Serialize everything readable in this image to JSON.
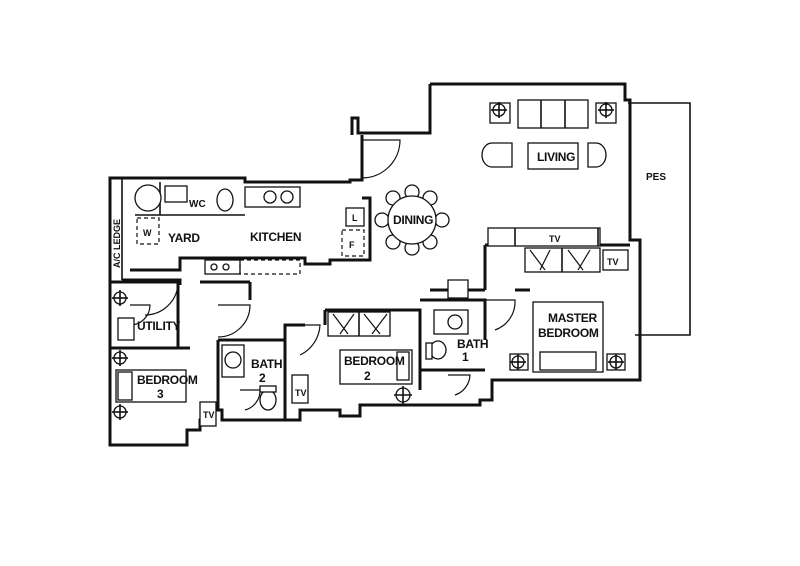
{
  "rooms": {
    "living": "LIVING",
    "dining": "DINING",
    "kitchen": "KITCHEN",
    "yard": "YARD",
    "wc": "WC",
    "ac_ledge": "A/C LEDGE",
    "utility": "UTILITY",
    "bedroom3_line1": "BEDROOM",
    "bedroom3_line2": "3",
    "bath2_line1": "BATH",
    "bath2_line2": "2",
    "bedroom2_line1": "BEDROOM",
    "bedroom2_line2": "2",
    "bath1_line1": "BATH",
    "bath1_line2": "1",
    "master_line1": "MASTER",
    "master_line2": "BEDROOM",
    "pes": "PES"
  },
  "fixtures": {
    "tv": "TV",
    "l": "L",
    "f": "F",
    "w": "W"
  }
}
